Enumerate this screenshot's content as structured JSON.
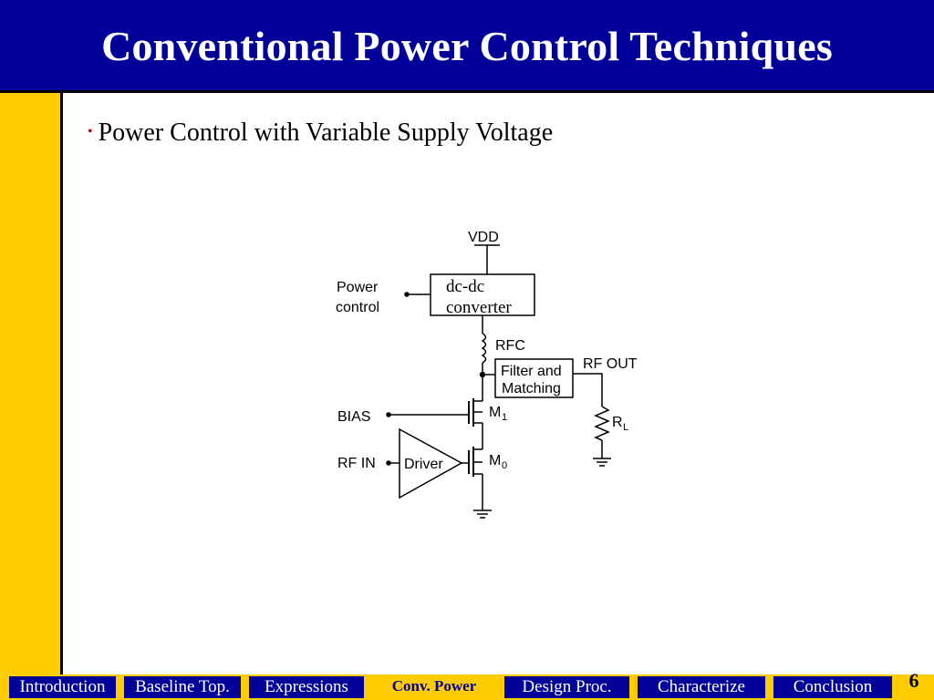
{
  "title": "Conventional Power Control Techniques",
  "bullet": "Power Control with Variable Supply Voltage",
  "circuit": {
    "vdd": "VDD",
    "power_control_line1": "Power",
    "power_control_line2": "control",
    "converter_line1": "dc-dc",
    "converter_line2": "converter",
    "rfc": "RFC",
    "filter_line1": "Filter and",
    "filter_line2": "Matching",
    "rf_out": "RF OUT",
    "bias": "BIAS",
    "m1": "M",
    "m1_sub": "1",
    "m0": "M",
    "m0_sub": "0",
    "rf_in": "RF IN",
    "driver": "Driver",
    "rl": "R",
    "rl_sub": "L"
  },
  "nav": {
    "items": [
      {
        "label": "Introduction",
        "active": false
      },
      {
        "label": "Baseline Top.",
        "active": false
      },
      {
        "label": "Expressions",
        "active": false
      },
      {
        "label": "Conv. Power",
        "active": true
      },
      {
        "label": "Design Proc.",
        "active": false
      },
      {
        "label": "Characterize",
        "active": false
      },
      {
        "label": "Conclusion",
        "active": false
      }
    ]
  },
  "page_number": "6",
  "colors": {
    "title_bg": "#000099",
    "accent_yellow": "#ffcc00",
    "bullet": "#cc0000"
  }
}
